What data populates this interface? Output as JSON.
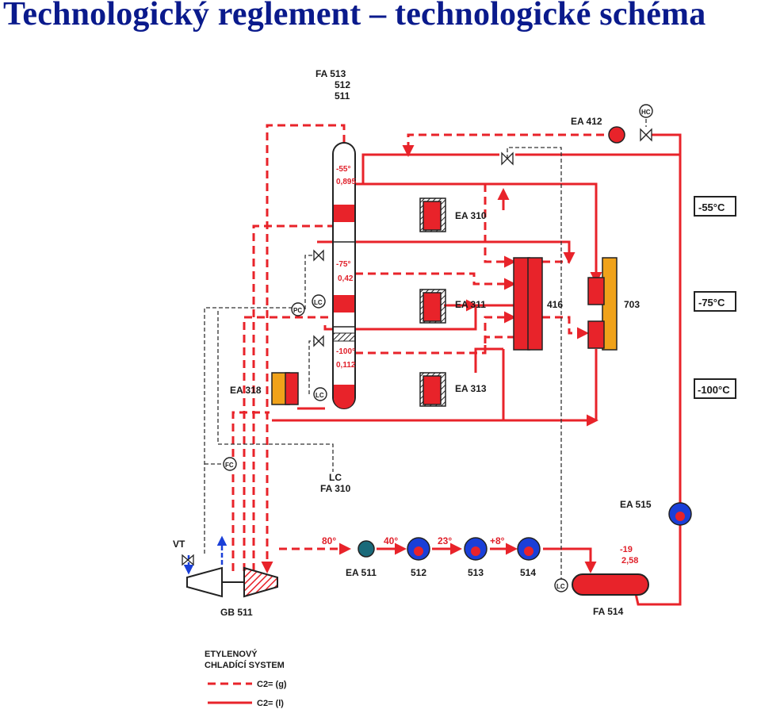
{
  "title": "Technologický reglement – technologické schéma",
  "labels": {
    "fa_column": [
      "FA 513",
      "512",
      "511"
    ],
    "ea412": "EA 412",
    "hc": "HC",
    "ea310": "EA 310",
    "ea311": "EA 311",
    "ea313": "EA 313",
    "ea318": "EA 318",
    "u416": "416",
    "u703": "703",
    "pc": "PC",
    "lc": "LC",
    "fc": "FC",
    "lc_fa310": [
      "LC",
      "FA 310"
    ],
    "vt": "VT",
    "gb511": "GB 511",
    "ea515": "EA 515",
    "ea511": "EA 511",
    "e512": "512",
    "e513": "513",
    "e514": "514",
    "fa514": "FA 514",
    "col_sec1": [
      "-55°",
      "0,895"
    ],
    "col_sec2": [
      "-75°",
      "0,42"
    ],
    "col_sec3": [
      "-100°",
      "0,112"
    ],
    "temps_line": [
      "80°",
      "40°",
      "23°",
      "+8°"
    ],
    "fa514_cond": [
      "-19",
      "2,58"
    ]
  },
  "levels": [
    "-55°C",
    "-75°C",
    "-100°C"
  ],
  "legend": {
    "title": [
      "ETYLENOVÝ",
      "CHLADÍCÍ SYSTEM"
    ],
    "gas": "C2= (g)",
    "liquid": "C2= (l)"
  },
  "colors": {
    "line": "#e8232a",
    "title": "#0a1a8c",
    "orange": "#f0a21a",
    "blue": "#1a3fd8"
  }
}
